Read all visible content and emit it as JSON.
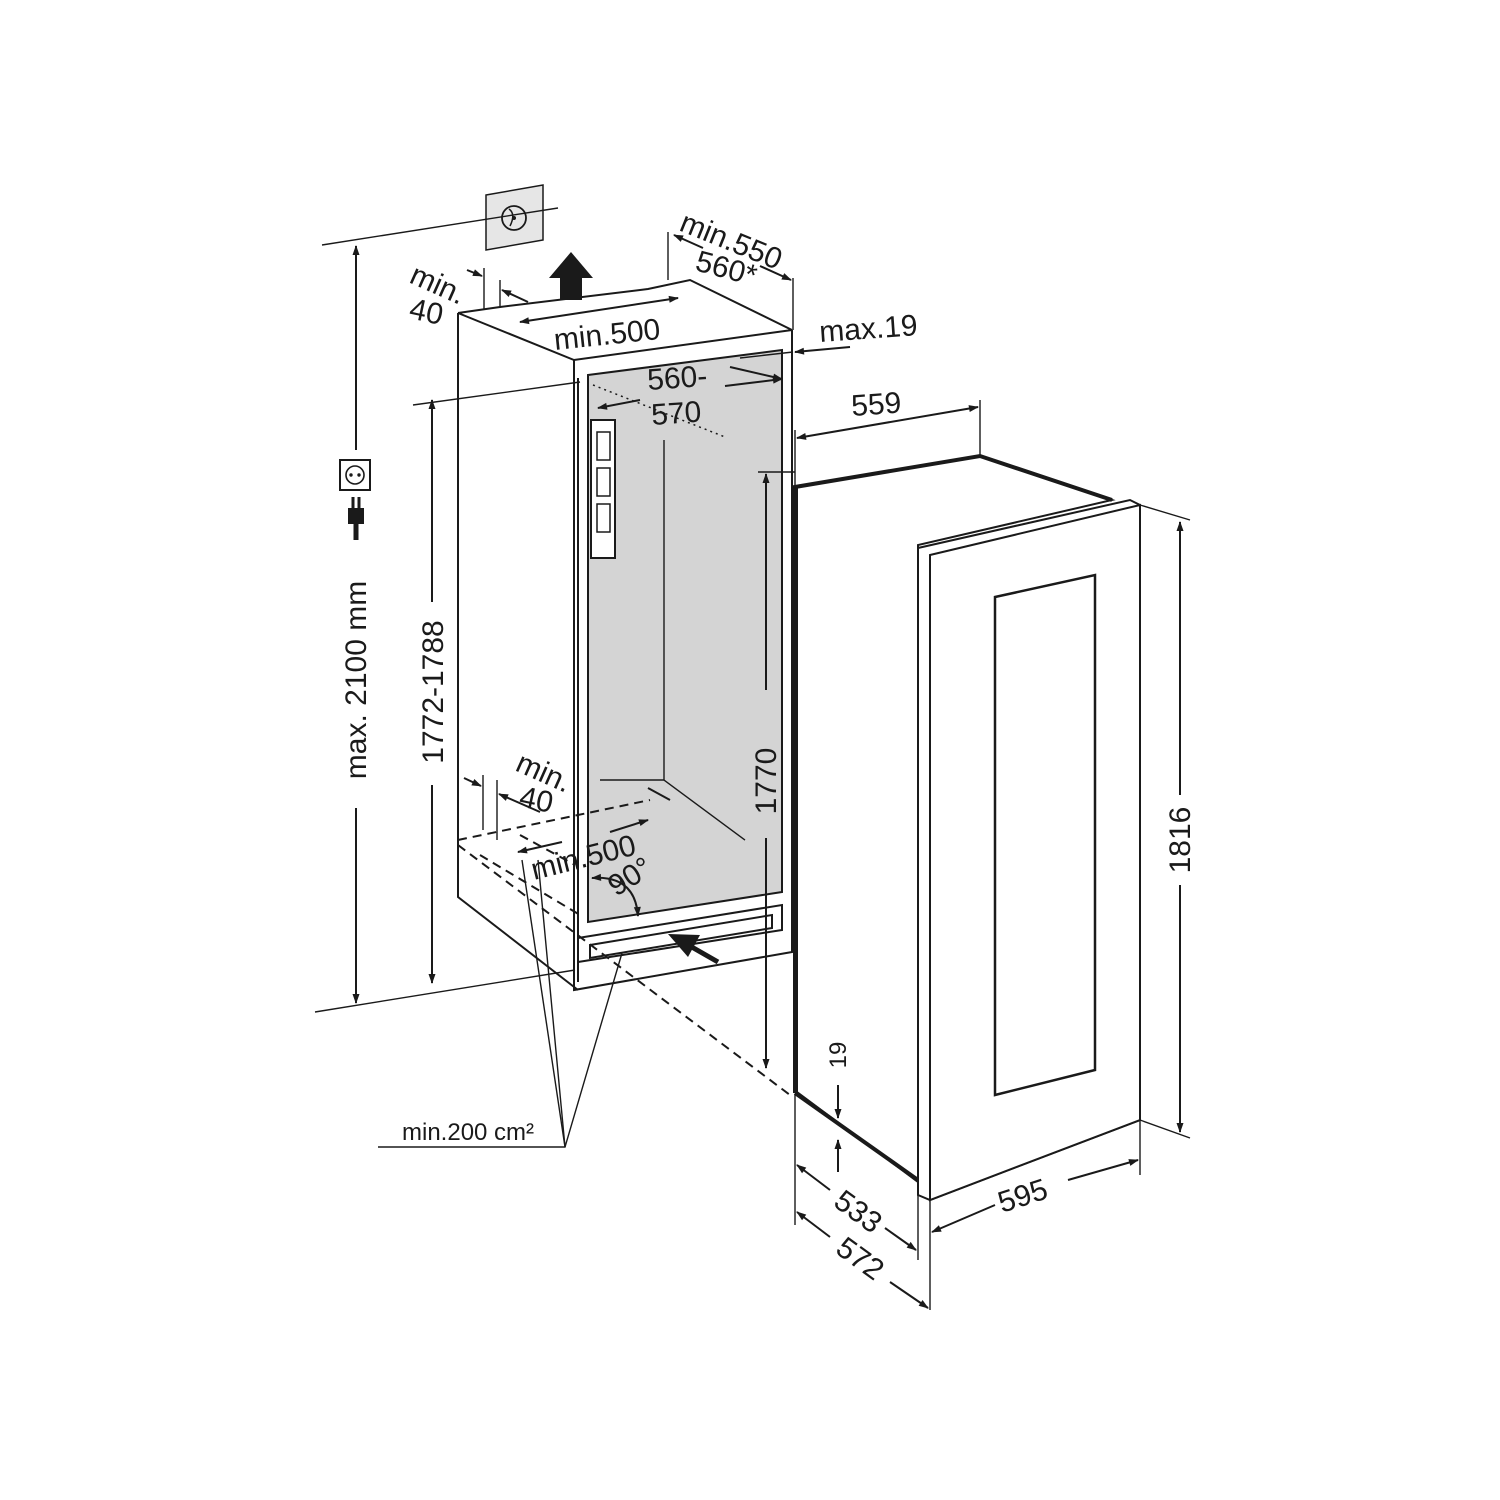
{
  "diagram": {
    "labels": {
      "min550": "min.550",
      "d560star": "560*",
      "min40_top_a": "min.",
      "min40_top_b": "40",
      "min500_top": "min.500",
      "max19": "max.19",
      "d560_570_a": "560-",
      "d560_570_b": "570",
      "d559": "559",
      "max2100": "max. 2100 mm",
      "d1772_1788": "1772-1788",
      "d1770": "1770",
      "d1816": "1816",
      "min40_bot_a": "min.",
      "min40_bot_b": "40",
      "min500_bot": "min.500",
      "deg90": "90°",
      "d19": "19",
      "min200": "min.200 cm²",
      "d533": "533",
      "d572": "572",
      "d595": "595"
    },
    "icons": [
      "power-connection-icon",
      "socket-icon",
      "plug-icon",
      "airflow-up-arrow-icon",
      "airflow-in-arrow-icon",
      "door-hinge-icon"
    ]
  }
}
